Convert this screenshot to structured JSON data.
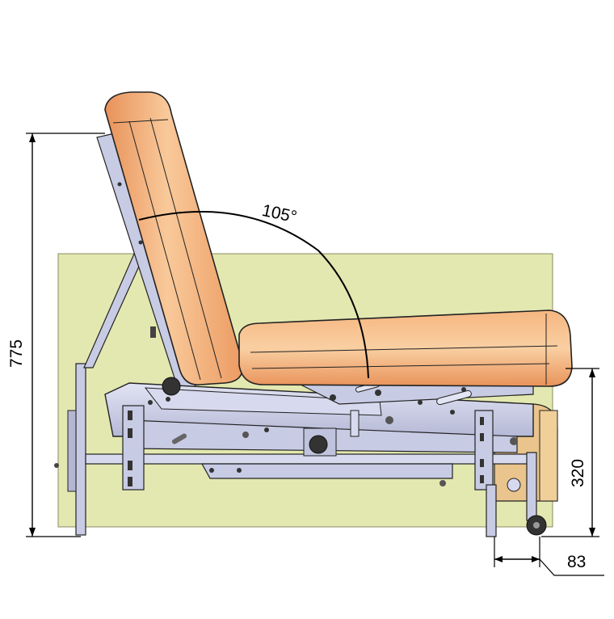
{
  "drawing": {
    "angle_label": "105°",
    "height_label": "775",
    "seat_height_label": "320",
    "wheel_offset_label": "83"
  },
  "colors": {
    "background_panel": "#e3e8b0",
    "upholstery": "#f2a46c",
    "upholstery_highlight": "#f9c99a",
    "frame": "#c8cbe4",
    "frame_dark": "#8a8ea8",
    "line": "#000000",
    "wood": "#e9c48c"
  }
}
